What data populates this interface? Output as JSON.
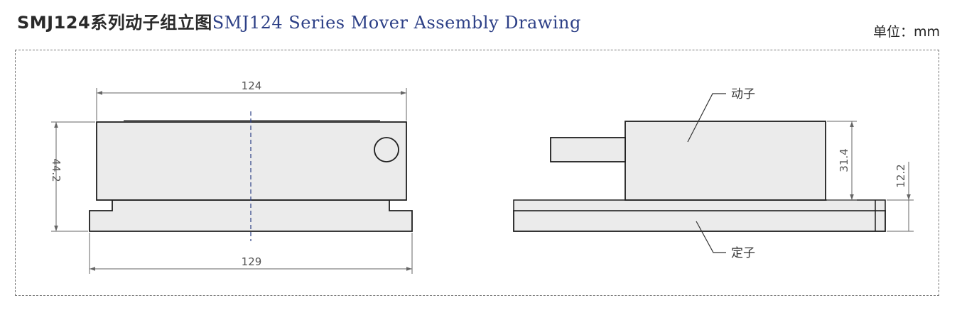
{
  "header": {
    "title_cn": "SMJ124系列动子组立图",
    "title_en": "SMJ124 Series Mover Assembly Drawing",
    "unit": "单位：mm"
  },
  "front_view": {
    "dim_width_top": "124",
    "dim_width_bottom": "129",
    "dim_height": "44.2"
  },
  "side_view": {
    "dim_mover_height": "31.4",
    "dim_stator_height": "12.2",
    "label_mover": "动子",
    "label_stator": "定子"
  },
  "colors": {
    "part_fill": "#ebebeb",
    "outline": "#1f1f1f",
    "dim_line": "#666666",
    "title_en": "#2c3f86"
  }
}
